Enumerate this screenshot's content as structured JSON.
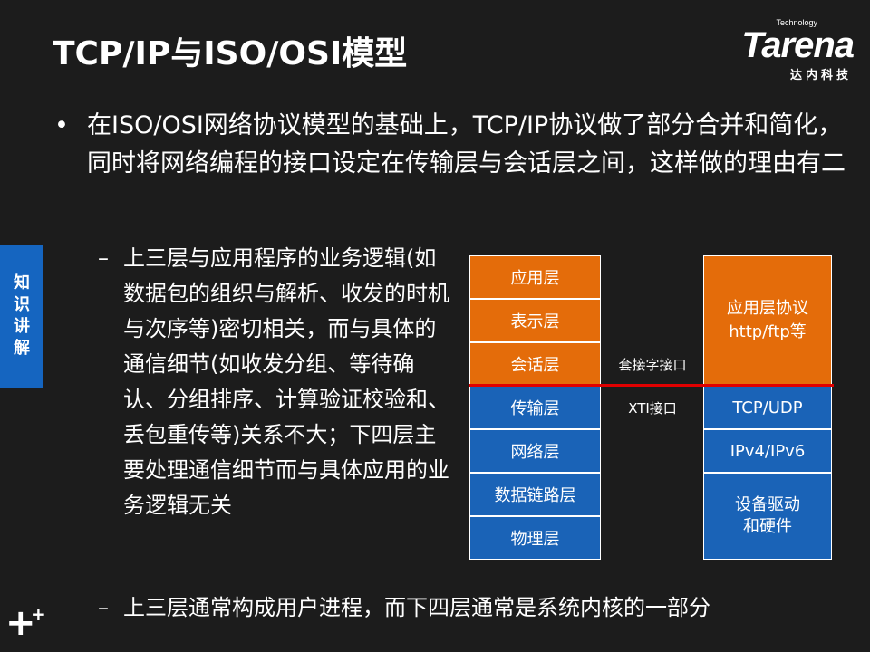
{
  "slide": {
    "title": "TCP/IP与ISO/OSI模型",
    "logo": {
      "small_text": "Technology",
      "brand": "Tarena",
      "subtitle": "达内科技"
    },
    "side_tab": [
      "知",
      "识",
      "讲",
      "解"
    ],
    "bullet_main": {
      "marker": "•",
      "text": "在ISO/OSI网络协议模型的基础上，TCP/IP协议做了部分合并和简化，同时将网络编程的接口设定在传输层与会话层之间，这样做的理由有二"
    },
    "sub_bullets": [
      {
        "marker": "–",
        "text": "上三层与应用程序的业务逻辑(如数据包的组织与解析、收发的时机与次序等)密切相关，而与具体的通信细节(如收发分组、等待确认、分组排序、计算验证校验和、丢包重传等)关系不大；下四层主要处理通信细节而与具体应用的业务逻辑无关"
      },
      {
        "marker": "–",
        "text": "上三层通常构成用户进程，而下四层通常是系统内核的一部分"
      }
    ],
    "diagram": {
      "osi_layers": [
        "应用层",
        "表示层",
        "会话层",
        "传输层",
        "网络层",
        "数据链路层",
        "物理层"
      ],
      "tcpip_layers": [
        "应用层协议\nhttp/ftp等",
        "TCP/UDP",
        "IPv4/IPv6",
        "设备驱动\n和硬件"
      ],
      "annotations": {
        "socket_interface": "套接字接口",
        "xti_interface": "XTI接口"
      },
      "colors": {
        "upper": "#e46c0a",
        "lower": "#1a63b7",
        "divider": "#e00000",
        "side_tab": "#1565c0"
      }
    },
    "corner_mark": "+"
  }
}
